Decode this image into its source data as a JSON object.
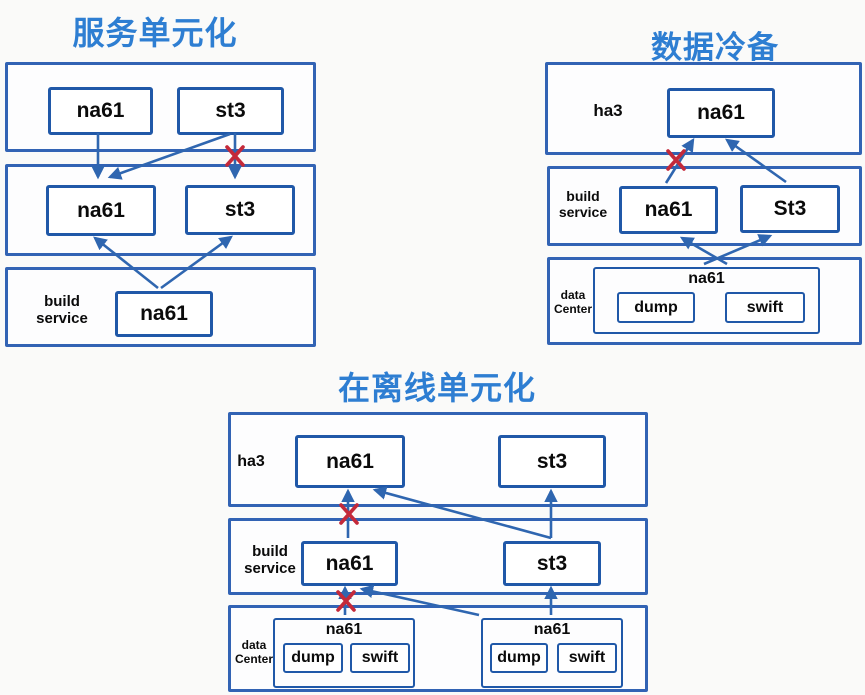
{
  "colors": {
    "title": "#2e7ed2",
    "row_border": "#3263b4",
    "node_border": "#2058a8",
    "arrow": "#2f66b0",
    "blocked_x": "#c4293a",
    "background": "#fafaf9",
    "label_text": "#0b0b0b"
  },
  "d1": {
    "title": "服务单元化",
    "r1": {
      "n1": "na61",
      "n2": "st3"
    },
    "r2": {
      "n1": "na61",
      "n2": "st3"
    },
    "r3": {
      "label1": "build",
      "label2": "service",
      "n1": "na61"
    }
  },
  "d2": {
    "title": "数据冷备",
    "r1": {
      "label": "ha3",
      "n1": "na61"
    },
    "r2": {
      "label1": "build",
      "label2": "service",
      "n1": "na61",
      "n2": "St3"
    },
    "r3": {
      "label1": "data",
      "label2": "Center",
      "group": {
        "label": "na61",
        "n1": "dump",
        "n2": "swift"
      }
    }
  },
  "d3": {
    "title": "在离线单元化",
    "r1": {
      "label": "ha3",
      "n1": "na61",
      "n2": "st3"
    },
    "r2": {
      "label1": "build",
      "label2": "service",
      "n1": "na61",
      "n2": "st3"
    },
    "r3": {
      "label1": "data",
      "label2": "Center",
      "g1": {
        "label": "na61",
        "n1": "dump",
        "n2": "swift"
      },
      "g2": {
        "label": "na61",
        "n1": "dump",
        "n2": "swift"
      }
    }
  }
}
